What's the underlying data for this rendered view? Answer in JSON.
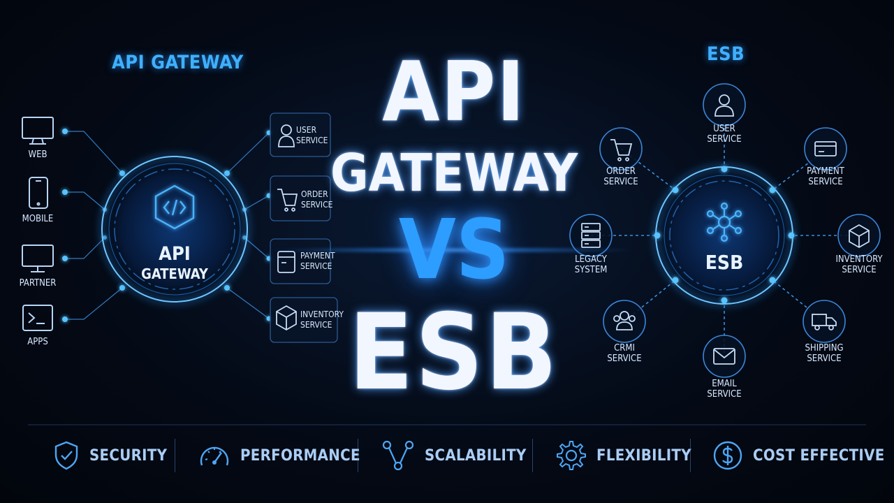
{
  "center": {
    "line1": "API",
    "line2": "GATEWAY",
    "line3": "VS",
    "line4": "ESB"
  },
  "left": {
    "title": "API GATEWAY",
    "hub": {
      "line1": "API",
      "line2": "GATEWAY",
      "icon": "code-hexagon-icon"
    },
    "clients": [
      {
        "label": "WEB",
        "icon": "monitor-icon"
      },
      {
        "label": "MOBILE",
        "icon": "phone-icon"
      },
      {
        "label": "PARTNER",
        "icon": "desktop-icon"
      },
      {
        "label": "APPS",
        "icon": "terminal-icon"
      }
    ],
    "services": [
      {
        "line1": "USER",
        "line2": "SERVICE",
        "icon": "user-icon"
      },
      {
        "line1": "ORDER",
        "line2": "SERVICE",
        "icon": "cart-icon"
      },
      {
        "line1": "PAYMENT",
        "line2": "SERVICE",
        "icon": "payment-icon"
      },
      {
        "line1": "INVENTORY",
        "line2": "SERVICE",
        "icon": "box-icon"
      }
    ]
  },
  "right": {
    "title": "ESB",
    "hub": {
      "label": "ESB",
      "icon": "network-icon"
    },
    "nodes": [
      {
        "line1": "USER",
        "line2": "SERVICE",
        "icon": "user-icon"
      },
      {
        "line1": "PAYMENT",
        "line2": "SERVICE",
        "icon": "card-icon"
      },
      {
        "line1": "INVENTORY",
        "line2": "SERVICE",
        "icon": "box-icon"
      },
      {
        "line1": "SHIPPING",
        "line2": "SERVICE",
        "icon": "truck-icon"
      },
      {
        "line1": "EMAIL",
        "line2": "SERVICE",
        "icon": "mail-icon"
      },
      {
        "line1": "CRMI",
        "line2": "SERVICE",
        "icon": "people-icon"
      },
      {
        "line1": "LEGACY",
        "line2": "SYSTEM",
        "icon": "server-icon"
      },
      {
        "line1": "ORDER",
        "line2": "SERVICE",
        "icon": "cart-icon"
      }
    ]
  },
  "features": [
    {
      "label": "SECURITY",
      "icon": "shield-check-icon"
    },
    {
      "label": "PERFORMANCE",
      "icon": "speedometer-icon"
    },
    {
      "label": "SCALABILITY",
      "icon": "branch-icon"
    },
    {
      "label": "FLEXIBILITY",
      "icon": "gear-icon"
    },
    {
      "label": "COST EFFECTIVE",
      "icon": "dollar-coin-icon"
    }
  ],
  "colors": {
    "accent": "#2d9dff",
    "glow": "#3fb0ff",
    "background": "#040a16",
    "text": "#f2f6ff"
  }
}
